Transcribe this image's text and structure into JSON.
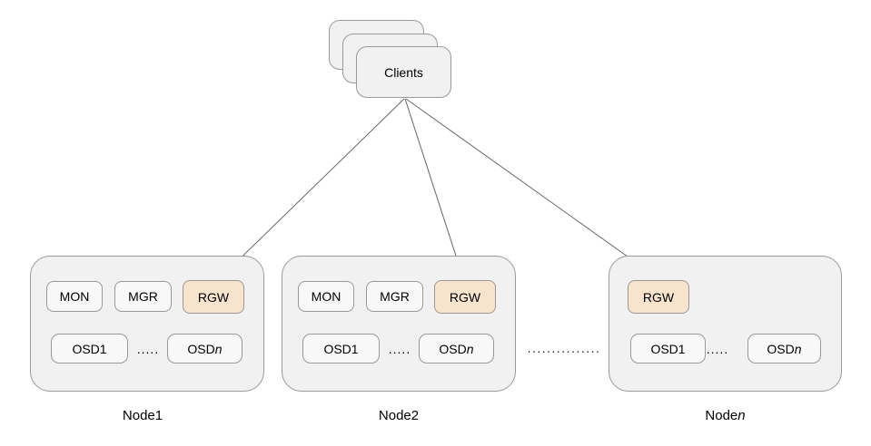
{
  "clients": {
    "label": "Clients"
  },
  "nodes": [
    {
      "label_prefix": "Node",
      "label_suffix": "1",
      "services": {
        "mon": "MON",
        "mgr": "MGR",
        "rgw": "RGW"
      },
      "osd_first": "OSD1",
      "osd_dots": ".....",
      "osd_last_prefix": "OSD",
      "osd_last_suffix": "n"
    },
    {
      "label_prefix": "Node",
      "label_suffix": "2",
      "services": {
        "mon": "MON",
        "mgr": "MGR",
        "rgw": "RGW"
      },
      "osd_first": "OSD1",
      "osd_dots": ".....",
      "osd_last_prefix": "OSD",
      "osd_last_suffix": "n"
    },
    {
      "label_prefix": "Node",
      "label_suffix": "n",
      "services": {
        "rgw": "RGW"
      },
      "osd_first": "OSD1",
      "osd_dots": ".....",
      "osd_last_prefix": "OSD",
      "osd_last_suffix": "n"
    }
  ],
  "separator_dots": "...............",
  "colors": {
    "node_fill": "#f1f1f1",
    "box_fill": "#f8f8f8",
    "rgw_fill": "#f8e3cc",
    "border": "#999999",
    "connector": "#666666",
    "text": "#000000"
  }
}
